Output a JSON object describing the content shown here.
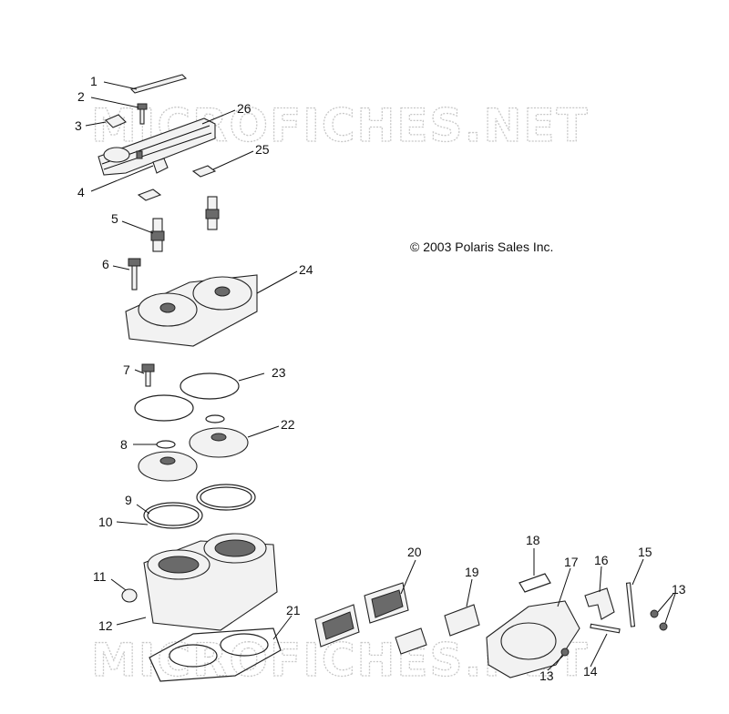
{
  "watermark": {
    "text": "MICROFICHES.NET"
  },
  "copyright": {
    "text": "© 2003 Polaris Sales Inc."
  },
  "callouts": [
    {
      "id": "c1",
      "text": "1"
    },
    {
      "id": "c2",
      "text": "2"
    },
    {
      "id": "c3",
      "text": "3"
    },
    {
      "id": "c4",
      "text": "4"
    },
    {
      "id": "c5",
      "text": "5"
    },
    {
      "id": "c6",
      "text": "6"
    },
    {
      "id": "c7",
      "text": "7"
    },
    {
      "id": "c8",
      "text": "8"
    },
    {
      "id": "c9",
      "text": "9"
    },
    {
      "id": "c10",
      "text": "10"
    },
    {
      "id": "c11",
      "text": "11"
    },
    {
      "id": "c12",
      "text": "12"
    },
    {
      "id": "c13a",
      "text": "13"
    },
    {
      "id": "c13b",
      "text": "13"
    },
    {
      "id": "c14",
      "text": "14"
    },
    {
      "id": "c15",
      "text": "15"
    },
    {
      "id": "c16",
      "text": "16"
    },
    {
      "id": "c17",
      "text": "17"
    },
    {
      "id": "c18",
      "text": "18"
    },
    {
      "id": "c19",
      "text": "19"
    },
    {
      "id": "c20",
      "text": "20"
    },
    {
      "id": "c21",
      "text": "21"
    },
    {
      "id": "c22",
      "text": "22"
    },
    {
      "id": "c23",
      "text": "23"
    },
    {
      "id": "c24",
      "text": "24"
    },
    {
      "id": "c25",
      "text": "25"
    },
    {
      "id": "c26",
      "text": "26"
    }
  ]
}
